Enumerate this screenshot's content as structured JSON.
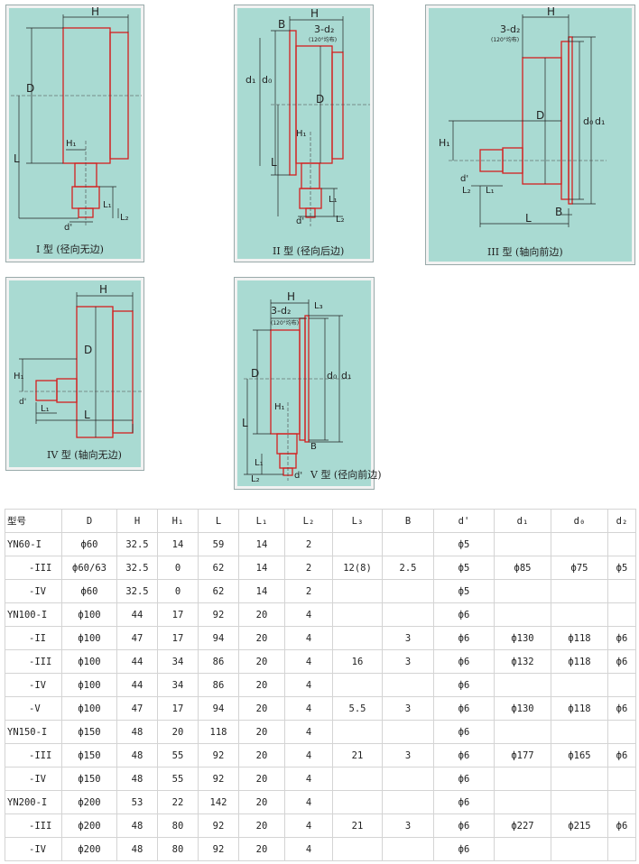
{
  "diagrams": [
    {
      "id": "p1",
      "caption": "I 型 (径向无边)",
      "labels": {
        "H": "H",
        "D": "D",
        "L": "L",
        "H1": "H₁",
        "L1": "L₁",
        "L2": "L₂",
        "dprime": "d'"
      }
    },
    {
      "id": "p2",
      "caption": "II 型 (径向后边)",
      "labels": {
        "B": "B",
        "H": "H",
        "d2": "3-d₂",
        "angle": "(120°均布)",
        "d1": "d₁",
        "d0": "d₀",
        "D": "D",
        "H1": "H₁",
        "L": "L",
        "L1": "L₁",
        "L2": "L₂",
        "dprime": "d'"
      }
    },
    {
      "id": "p3",
      "caption": "III 型 (轴向前边)",
      "labels": {
        "H": "H",
        "d2": "3-d₂",
        "angle": "(120°均布)",
        "D": "D",
        "d0": "d₀",
        "d1": "d₁",
        "H1": "H₁",
        "dprime": "d'",
        "L2": "L₂",
        "L1": "L₁",
        "B": "B",
        "L": "L"
      }
    },
    {
      "id": "p4",
      "caption": "IV 型 (轴向无边)",
      "labels": {
        "H": "H",
        "D": "D",
        "H1": "H₁",
        "dprime": "d'",
        "L1": "L₁",
        "L": "L"
      }
    },
    {
      "id": "p5",
      "caption": "V 型 (径向前边)",
      "labels": {
        "H": "H",
        "d2": "3-d₂",
        "angle": "(120°均布)",
        "L3": "L₃",
        "D": "D",
        "d0": "d₀",
        "d1": "d₁",
        "H1": "H₁",
        "L": "L",
        "B": "B",
        "L1": "L₁",
        "L2": "L₂",
        "dprime": "d'"
      }
    }
  ],
  "table": {
    "headers": [
      "型号",
      "D",
      "H",
      "H₁",
      "L",
      "L₁",
      "L₂",
      "L₃",
      "B",
      "d'",
      "d₁",
      "d₀",
      "d₂"
    ],
    "rows": [
      {
        "model": "YN60-I",
        "sub": false,
        "cells": [
          "ф60",
          "32.5",
          "14",
          "59",
          "14",
          "2",
          "",
          "",
          "ф5",
          "",
          "",
          ""
        ]
      },
      {
        "model": "-III",
        "sub": true,
        "cells": [
          "ф60/63",
          "32.5",
          "0",
          "62",
          "14",
          "2",
          "12(8)",
          "2.5",
          "ф5",
          "ф85",
          "ф75",
          "ф5"
        ]
      },
      {
        "model": "-IV",
        "sub": true,
        "cells": [
          "ф60",
          "32.5",
          "0",
          "62",
          "14",
          "2",
          "",
          "",
          "ф5",
          "",
          "",
          ""
        ]
      },
      {
        "model": "YN100-I",
        "sub": false,
        "cells": [
          "ф100",
          "44",
          "17",
          "92",
          "20",
          "4",
          "",
          "",
          "ф6",
          "",
          "",
          ""
        ]
      },
      {
        "model": "-II",
        "sub": true,
        "cells": [
          "ф100",
          "47",
          "17",
          "94",
          "20",
          "4",
          "",
          "3",
          "ф6",
          "ф130",
          "ф118",
          "ф6"
        ]
      },
      {
        "model": "-III",
        "sub": true,
        "cells": [
          "ф100",
          "44",
          "34",
          "86",
          "20",
          "4",
          "16",
          "3",
          "ф6",
          "ф132",
          "ф118",
          "ф6"
        ]
      },
      {
        "model": "-IV",
        "sub": true,
        "cells": [
          "ф100",
          "44",
          "34",
          "86",
          "20",
          "4",
          "",
          "",
          "ф6",
          "",
          "",
          ""
        ]
      },
      {
        "model": "-V",
        "sub": true,
        "cells": [
          "ф100",
          "47",
          "17",
          "94",
          "20",
          "4",
          "5.5",
          "3",
          "ф6",
          "ф130",
          "ф118",
          "ф6"
        ]
      },
      {
        "model": "YN150-I",
        "sub": false,
        "cells": [
          "ф150",
          "48",
          "20",
          "118",
          "20",
          "4",
          "",
          "",
          "ф6",
          "",
          "",
          ""
        ]
      },
      {
        "model": "-III",
        "sub": true,
        "cells": [
          "ф150",
          "48",
          "55",
          "92",
          "20",
          "4",
          "21",
          "3",
          "ф6",
          "ф177",
          "ф165",
          "ф6"
        ]
      },
      {
        "model": "-IV",
        "sub": true,
        "cells": [
          "ф150",
          "48",
          "55",
          "92",
          "20",
          "4",
          "",
          "",
          "ф6",
          "",
          "",
          ""
        ]
      },
      {
        "model": "YN200-I",
        "sub": false,
        "cells": [
          "ф200",
          "53",
          "22",
          "142",
          "20",
          "4",
          "",
          "",
          "ф6",
          "",
          "",
          ""
        ]
      },
      {
        "model": "-III",
        "sub": true,
        "cells": [
          "ф200",
          "48",
          "80",
          "92",
          "20",
          "4",
          "21",
          "3",
          "ф6",
          "ф227",
          "ф215",
          "ф6"
        ]
      },
      {
        "model": "-IV",
        "sub": true,
        "cells": [
          "ф200",
          "48",
          "80",
          "92",
          "20",
          "4",
          "",
          "",
          "ф6",
          "",
          "",
          ""
        ]
      }
    ]
  }
}
